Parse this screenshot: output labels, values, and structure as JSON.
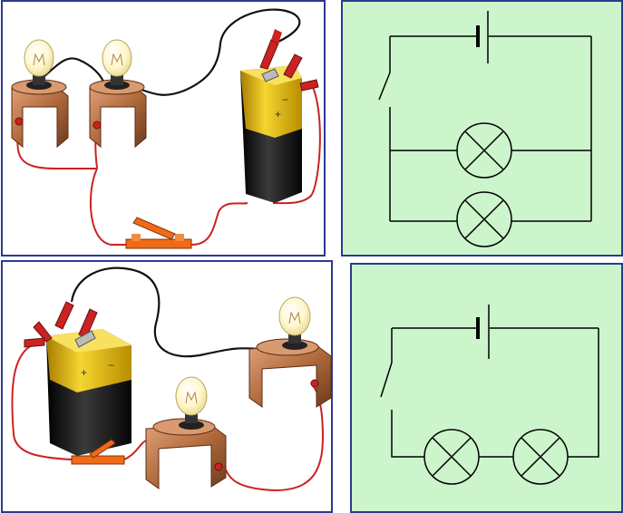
{
  "figure": {
    "description_free": true,
    "colors": {
      "panel_border": "#2b3a8c",
      "schematic_background": "#ccf5cc",
      "wire_red": "#cc2222",
      "wire_black": "#111111",
      "battery_gold": "#e8c020",
      "battery_black": "#1a1a1a",
      "bulb_base_copper": "#b06a3c",
      "switch_orange": "#f06a18"
    }
  },
  "panels": [
    {
      "name": "parallel-circuit-illustration",
      "icons": [
        "bulb-icon",
        "bulb-icon",
        "battery-icon",
        "knife-switch-icon"
      ]
    },
    {
      "name": "parallel-circuit-schematic",
      "symbols": [
        "cell-symbol",
        "switch-symbol",
        "lamp-symbol",
        "lamp-symbol"
      ]
    },
    {
      "name": "series-circuit-illustration",
      "icons": [
        "battery-icon",
        "bulb-icon",
        "bulb-icon",
        "knife-switch-icon"
      ]
    },
    {
      "name": "series-circuit-schematic",
      "symbols": [
        "cell-symbol",
        "switch-symbol",
        "lamp-symbol",
        "lamp-symbol"
      ]
    }
  ]
}
